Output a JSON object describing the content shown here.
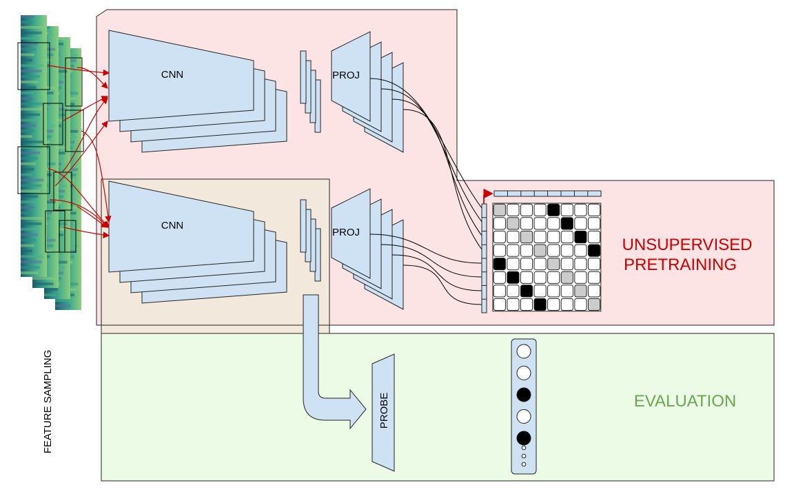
{
  "labels": {
    "cnn_top": "CNN",
    "cnn_bottom": "CNN",
    "proj_top": "PROJ",
    "proj_bottom": "PROJ",
    "probe": "PROBE",
    "feature_sampling": "FEATURE SAMPLING",
    "unsupervised_line1": "UNSUPERVISED",
    "unsupervised_line2": "PRETRAINING",
    "evaluation": "EVALUATION"
  },
  "colors": {
    "pretraining_bg": "#fce4e4",
    "evaluation_bg": "#ecfbe6",
    "overlap_bg": "#f2e8dc",
    "block_fill": "#cfe2f3",
    "red_arrow": "#cc0000",
    "unsupervised_text": "#cc0000",
    "evaluation_text": "#6aa84f",
    "spectrogram": [
      "#1b5e6b",
      "#2e8f88",
      "#4fb38a",
      "#8fce7a",
      "#5a6fa3"
    ]
  },
  "matrix": {
    "size": 8,
    "cells": [
      [
        2,
        0,
        0,
        0,
        1,
        0,
        0,
        0
      ],
      [
        0,
        2,
        0,
        0,
        0,
        1,
        0,
        0
      ],
      [
        0,
        0,
        2,
        0,
        0,
        0,
        1,
        0
      ],
      [
        0,
        0,
        0,
        2,
        0,
        0,
        0,
        1
      ],
      [
        1,
        0,
        0,
        0,
        2,
        0,
        0,
        0
      ],
      [
        0,
        1,
        0,
        0,
        0,
        2,
        0,
        0
      ],
      [
        0,
        0,
        1,
        0,
        0,
        0,
        2,
        0
      ],
      [
        0,
        0,
        0,
        1,
        0,
        0,
        0,
        2
      ]
    ]
  },
  "probe_output": {
    "large_circles": [
      "white",
      "white",
      "black",
      "white",
      "black"
    ],
    "small_circles": 3
  }
}
